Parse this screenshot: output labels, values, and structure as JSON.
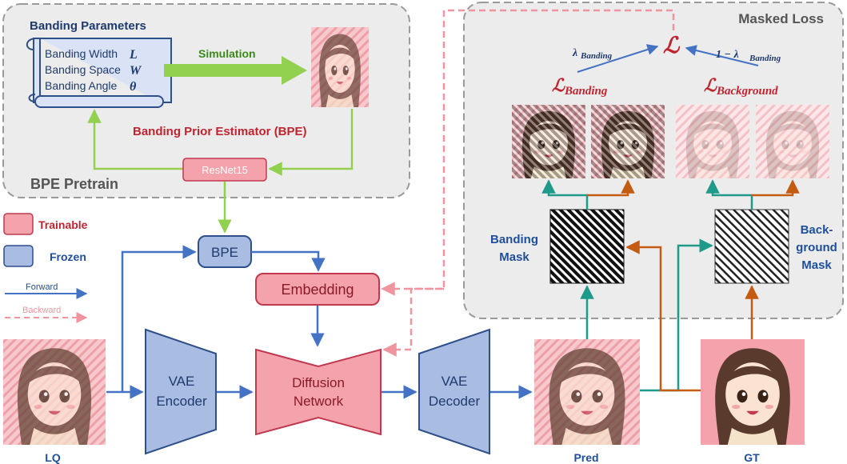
{
  "colors": {
    "trainable_fill": "#f4a3ad",
    "trainable_stroke": "#c0394e",
    "frozen_fill": "#a9bde3",
    "frozen_stroke": "#2f4f8a",
    "forward": "#4472c4",
    "backward": "#f0959f",
    "teal": "#1f9a8a",
    "orange": "#c55a11",
    "green_arrow": "#92d050",
    "red_text": "#c0242f",
    "blue_text": "#1f4e9a",
    "panel_fill": "#ececec",
    "panel_stroke": "#9a9a9a"
  },
  "bpe_pretrain": {
    "title": "BPE Pretrain",
    "params_heading": "Banding Parameters",
    "params": [
      {
        "label": "Banding Width",
        "symbol": "L"
      },
      {
        "label": "Banding Space",
        "symbol": "W"
      },
      {
        "label": "Banding Angle",
        "symbol": "θ"
      }
    ],
    "simulation": "Simulation",
    "estimator_label": "Banding Prior Estimator (BPE)",
    "resnet": "ResNet15"
  },
  "legend": {
    "trainable": "Trainable",
    "frozen": "Frozen",
    "forward": "Forward",
    "backward": "Backward"
  },
  "pipeline": {
    "bpe": "BPE",
    "embedding": "Embedding",
    "vae_encoder": [
      "VAE",
      "Encoder"
    ],
    "diffusion": [
      "Diffusion",
      "Network"
    ],
    "vae_decoder": [
      "VAE",
      "Decoder"
    ],
    "lq": "LQ",
    "pred": "Pred",
    "gt": "GT"
  },
  "masked_loss": {
    "title": "Masked Loss",
    "loss": "ℒ",
    "weight_banding": "λ",
    "weight_banding_sub": "Banding",
    "weight_background_prefix": "1 − λ",
    "weight_background_sub": "Banding",
    "loss_banding": "ℒ",
    "loss_banding_sub": "Banding",
    "loss_background": "ℒ",
    "loss_background_sub": "Background",
    "banding_mask": [
      "Banding",
      "Mask"
    ],
    "background_mask": [
      "Back-",
      "ground",
      "Mask"
    ]
  }
}
